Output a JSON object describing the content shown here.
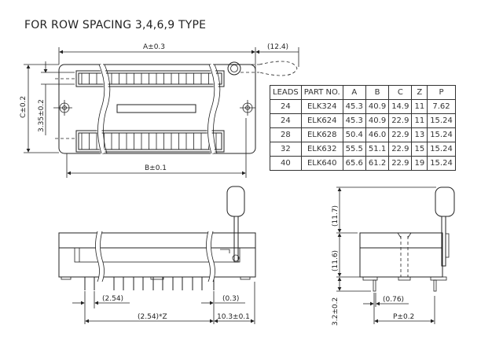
{
  "title": "FOR ROW SPACING 3,4,6,9 TYPE",
  "top_view": {
    "dim_a": "A±0.3",
    "dim_handle": "(12.4)",
    "dim_c": "C±0.2",
    "dim_row": "3.35±0.2",
    "dim_b": "B±0.1"
  },
  "side_view": {
    "dim_pitch": "(2.54)",
    "dim_total": "(2.54)*Z",
    "dim_gap": "(0.3)",
    "dim_end": "10.3±0.1"
  },
  "end_view": {
    "dim_handle_h": "(11.7)",
    "dim_body_h": "(11.6)",
    "dim_pin_len": "3.2±0.2",
    "dim_pin_w": "(0.76)",
    "dim_p": "P±0.2"
  },
  "table": {
    "headers": [
      "LEADS",
      "PART NO.",
      "A",
      "B",
      "C",
      "Z",
      "P"
    ],
    "rows": [
      [
        "24",
        "ELK324",
        "45.3",
        "40.9",
        "14.9",
        "11",
        "7.62"
      ],
      [
        "24",
        "ELK624",
        "45.3",
        "40.9",
        "22.9",
        "11",
        "15.24"
      ],
      [
        "28",
        "ELK628",
        "50.4",
        "46.0",
        "22.9",
        "13",
        "15.24"
      ],
      [
        "32",
        "ELK632",
        "55.5",
        "51.1",
        "22.9",
        "15",
        "15.24"
      ],
      [
        "40",
        "ELK640",
        "65.6",
        "61.2",
        "22.9",
        "19",
        "15.24"
      ]
    ]
  }
}
